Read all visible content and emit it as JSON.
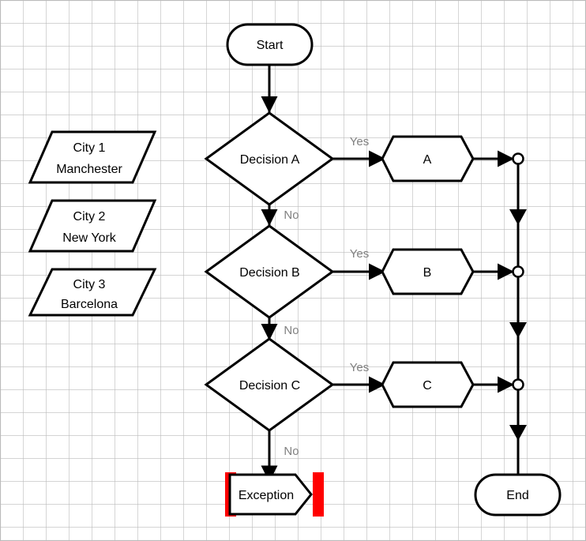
{
  "diagram": {
    "title": "Decision flowchart with city inputs",
    "background": "#ffffff",
    "grid": {
      "cell_size": 29,
      "line_color": "#bbbbbb",
      "visible": true
    },
    "colors": {
      "stroke": "#000000",
      "shape_fill": "#ffffff",
      "branch_label": "#808080",
      "exception_marker": "#ff0000"
    },
    "nodes": {
      "start": {
        "label": "Start",
        "shape": "terminator"
      },
      "end": {
        "label": "End",
        "shape": "terminator"
      },
      "decision_a": {
        "label": "Decision A",
        "shape": "diamond"
      },
      "decision_b": {
        "label": "Decision B",
        "shape": "diamond"
      },
      "decision_c": {
        "label": "Decision C",
        "shape": "diamond"
      },
      "process_a": {
        "label": "A",
        "shape": "hexagon"
      },
      "process_b": {
        "label": "B",
        "shape": "hexagon"
      },
      "process_c": {
        "label": "C",
        "shape": "hexagon"
      },
      "exception": {
        "label": "Exception",
        "shape": "pentagon-arrow"
      },
      "city_1": {
        "line1": "City 1",
        "line2": "Manchester",
        "shape": "parallelogram"
      },
      "city_2": {
        "line1": "City 2",
        "line2": "New York",
        "shape": "parallelogram"
      },
      "city_3": {
        "line1": "City 3",
        "line2": "Barcelona",
        "shape": "parallelogram"
      }
    },
    "edge_labels": {
      "a_yes": "Yes",
      "a_no": "No",
      "b_yes": "Yes",
      "b_no": "No",
      "c_yes": "Yes",
      "c_no": "No"
    }
  }
}
